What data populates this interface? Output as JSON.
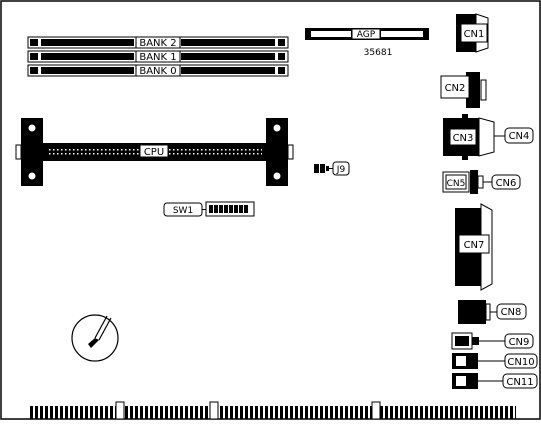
{
  "labels": {
    "bank2": "BANK 2",
    "bank1": "BANK 1",
    "bank0": "BANK 0",
    "agp": "AGP",
    "part_number": "35681",
    "cpu": "CPU",
    "j9": "J9",
    "sw1": "SW1",
    "cn1": "CN1",
    "cn2": "CN2",
    "cn3": "CN3",
    "cn4": "CN4",
    "cn5": "CN5",
    "cn6": "CN6",
    "cn7": "CN7",
    "cn8": "CN8",
    "cn9": "CN9",
    "cn10": "CN10",
    "cn11": "CN11"
  },
  "colors": {
    "ink": "#000000",
    "paper": "#ffffff"
  }
}
